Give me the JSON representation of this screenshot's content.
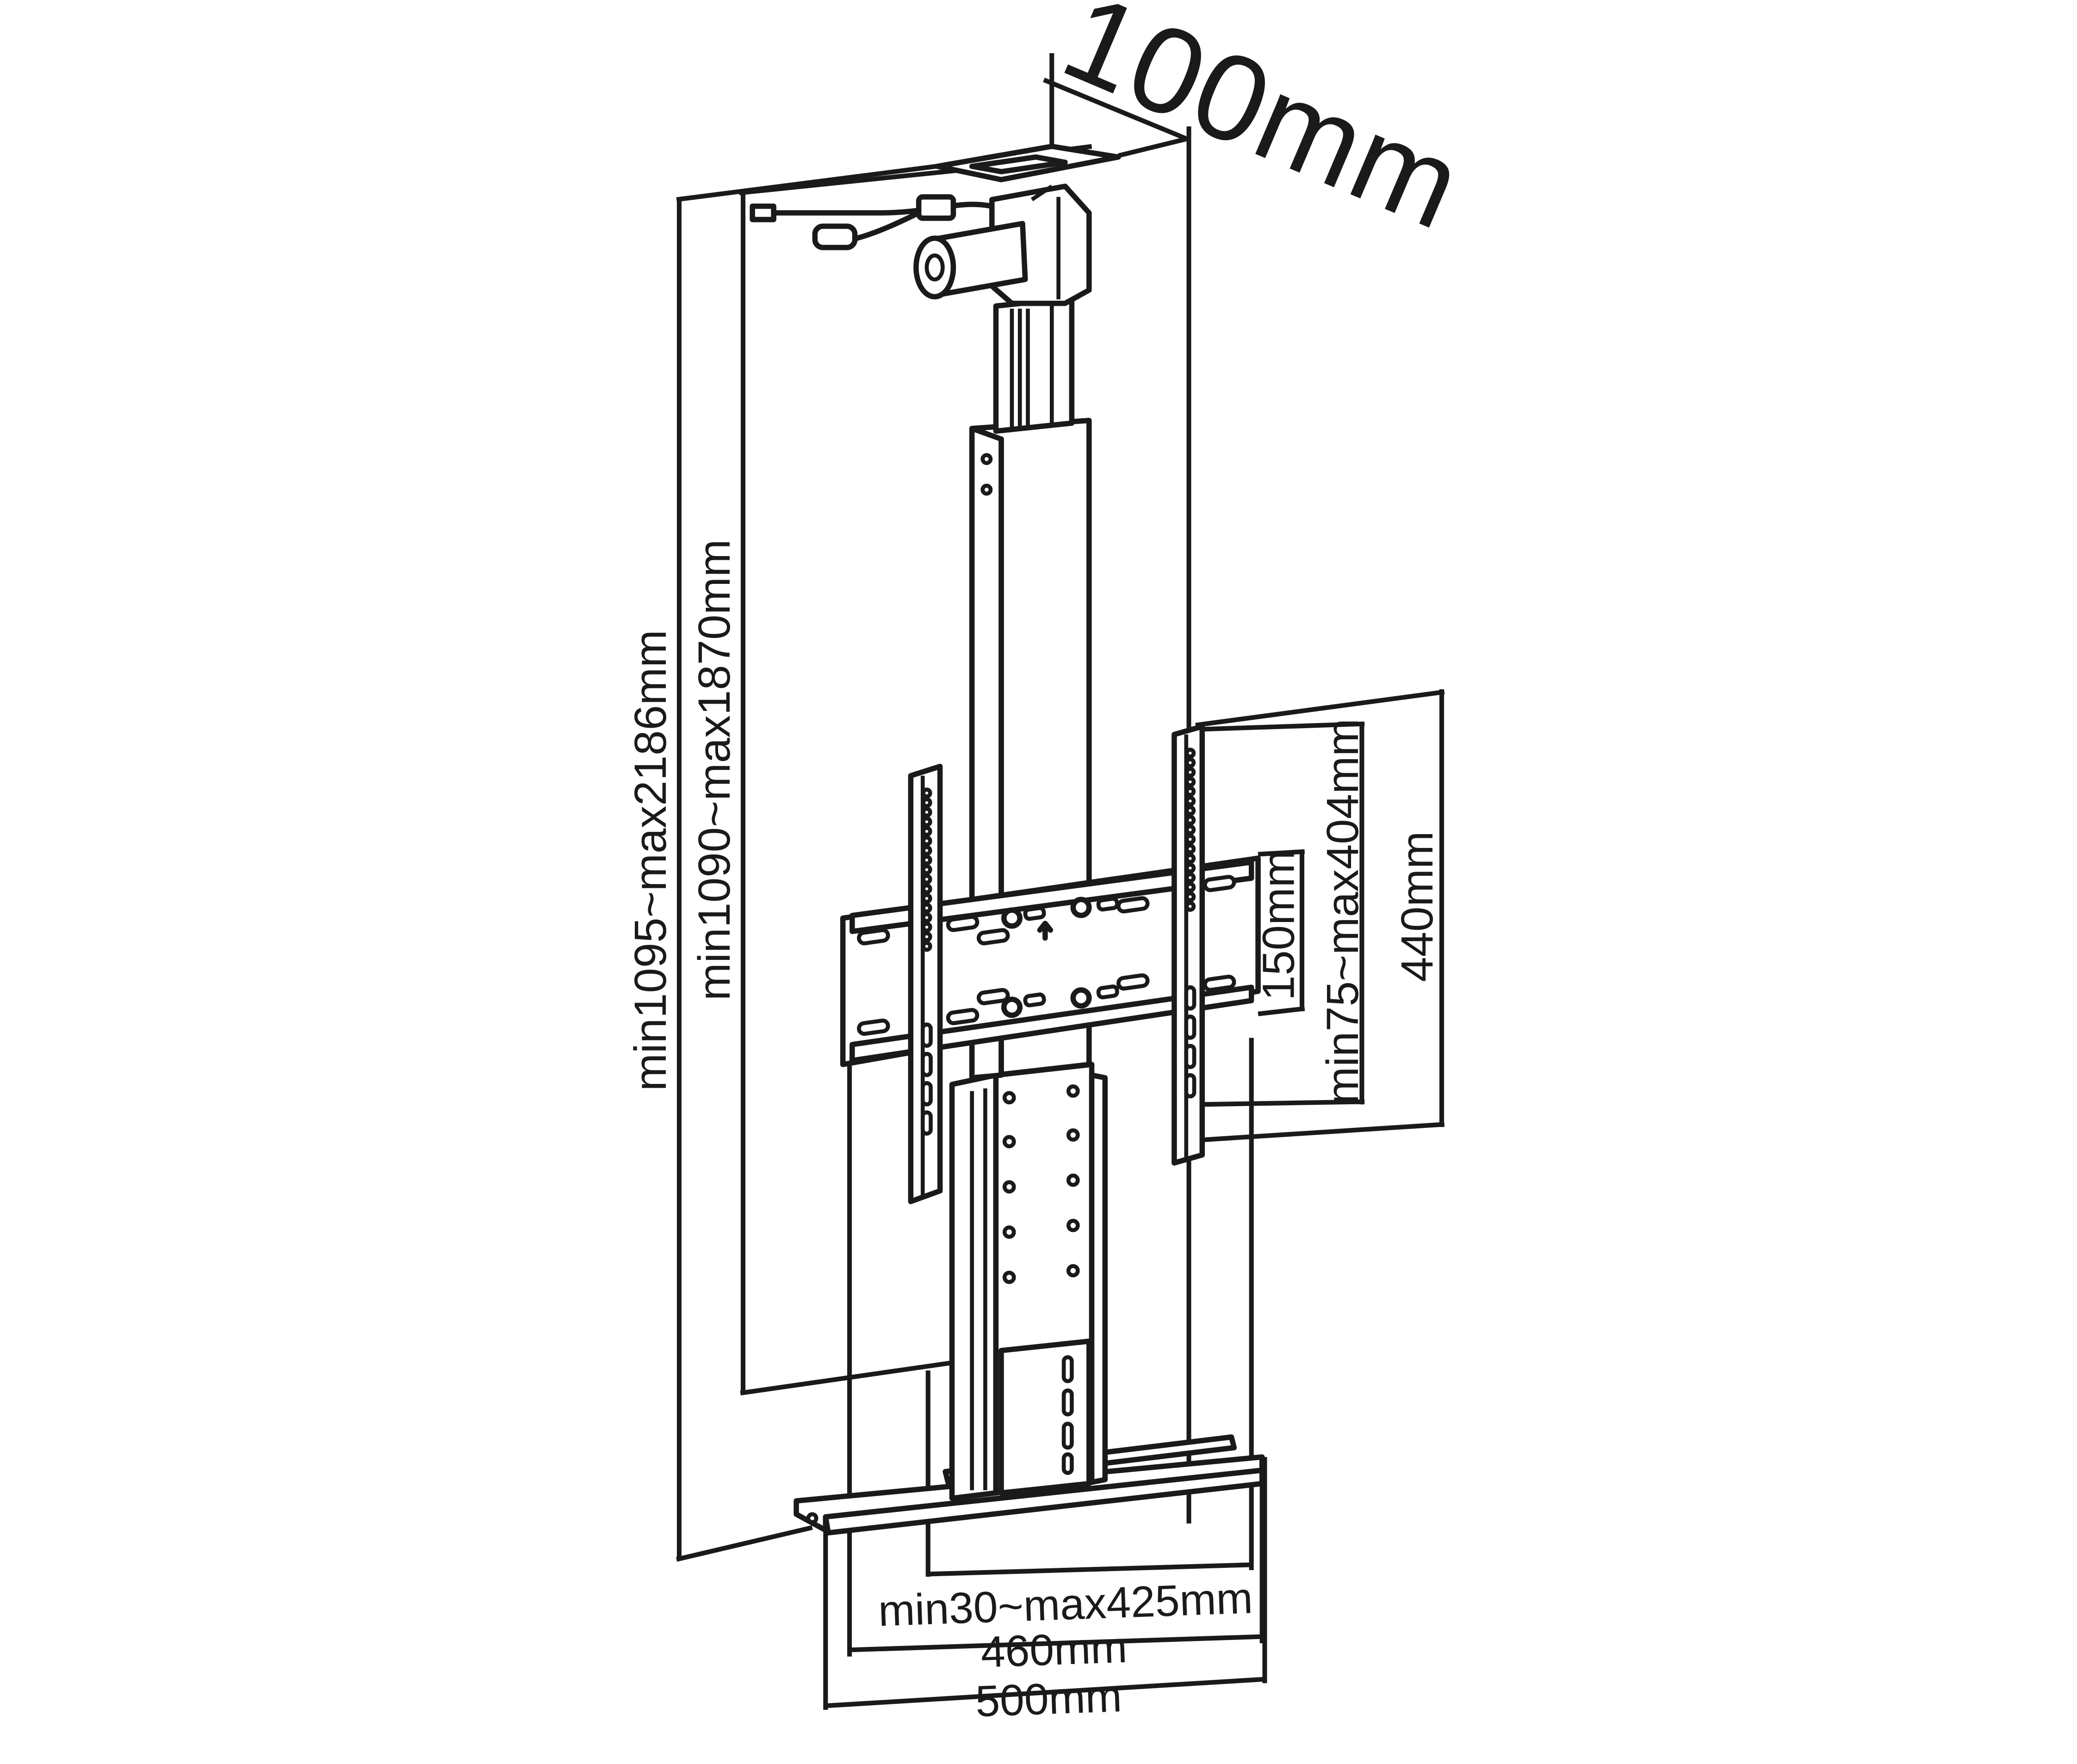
{
  "dimensions": {
    "top_depth": "100mm",
    "overall_height": "min1095~max2186mm",
    "column_height": "min1090~max1870mm",
    "bracket_arm_height": "440mm",
    "vesa_vertical_range": "min75~max404mm",
    "rail_spacing": "150mm",
    "vesa_horizontal_range": "min30~max425mm",
    "mount_width": "460mm",
    "base_width": "500mm"
  },
  "colors": {
    "line": "#1a1a1a",
    "background": "#ffffff"
  }
}
